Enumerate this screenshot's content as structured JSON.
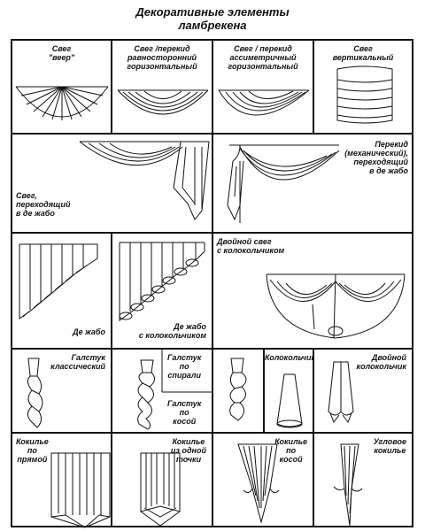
{
  "title_line1": "Декоративные элементы",
  "title_line2": "ламбрекена",
  "row1": {
    "c1": {
      "l1": "Свег",
      "l2": "\"веер\""
    },
    "c2": {
      "l1": "Свег /перекид",
      "l2": "равносторонний",
      "l3": "горизонтальный"
    },
    "c3": {
      "l1": "Свег / перекид",
      "l2": "ассиметричный",
      "l3": "горизонтальный"
    },
    "c4": {
      "l1": "Свег",
      "l2": "вертикальный"
    }
  },
  "row2": {
    "c1": {
      "l1": "Свег,",
      "l2": "переходящий",
      "l3": "в де жабо"
    },
    "c2": {
      "l1": "Перекид",
      "l2": "(механический),",
      "l3": "переходящий",
      "l4": "в де жабо"
    }
  },
  "row3": {
    "c1": {
      "l1": "Де жабо"
    },
    "c2": {
      "l1": "Де жабо",
      "l2": "с колокольчиком"
    },
    "c3": {
      "l1": "Двойной свег",
      "l2": "с колокольчиком"
    }
  },
  "row4": {
    "c1": {
      "l1": "Галстук",
      "l2": "классический"
    },
    "c2": {
      "l1": "Галстук",
      "l2": "по",
      "l3": "спирали",
      "l4": "Галстук",
      "l5": "по",
      "l6": "косой"
    },
    "c3": {
      "l1": "Колокольчик"
    },
    "c4": {
      "l1": "Двойной",
      "l2": "колокольчик"
    }
  },
  "row5": {
    "c1": {
      "l1": "Кокилье",
      "l2": "по",
      "l3": "прямой"
    },
    "c2": {
      "l1": "Кокилье",
      "l2": "из одной",
      "l3": "точки"
    },
    "c3": {
      "l1": "Кокилье",
      "l2": "по",
      "l3": "косой"
    },
    "c4": {
      "l1": "Угловое",
      "l2": "кокилье"
    }
  }
}
